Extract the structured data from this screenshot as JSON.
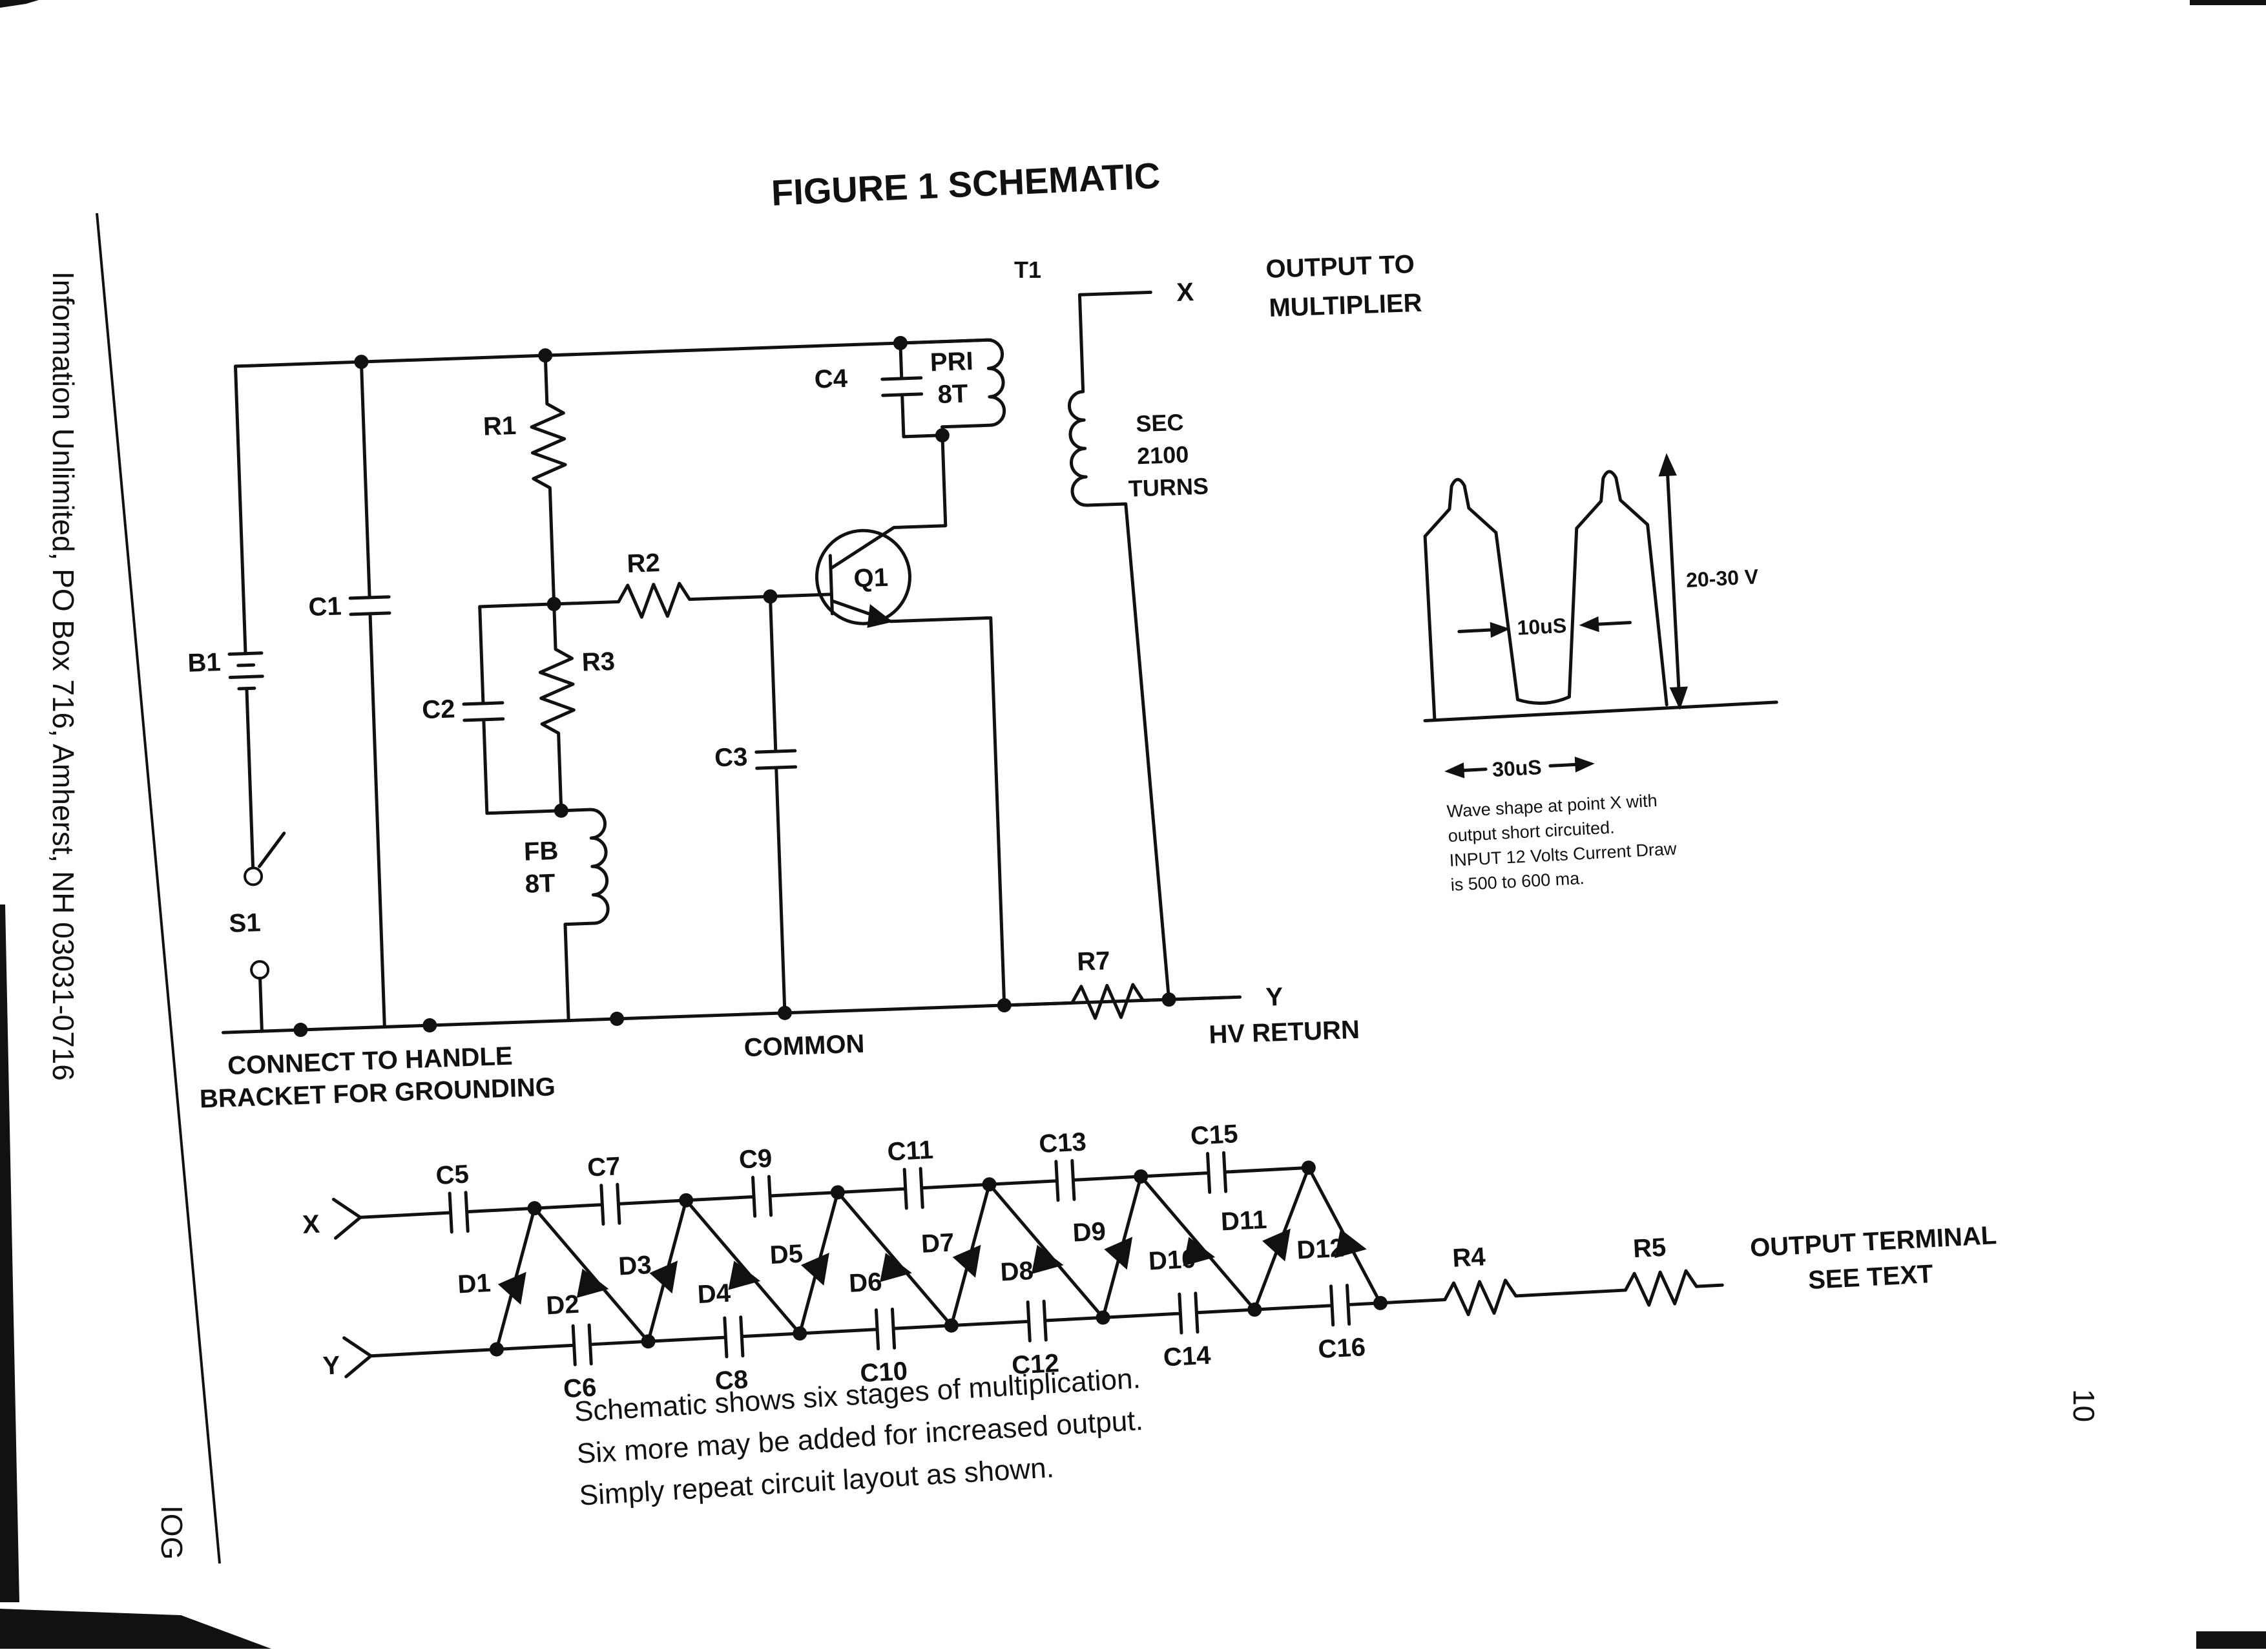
{
  "title": "FIGURE 1 SCHEMATIC",
  "side_text": "Information Unlimited, PO Box 716, Amherst, NH 03031-0716",
  "side_code": "IOG",
  "page_number": "10",
  "labels": {
    "t1": "T1",
    "output_to": "OUTPUT TO",
    "multiplier": "MULTIPLIER",
    "x": "X",
    "y": "Y",
    "c4": "C4",
    "pri": "PRI",
    "pri_turns": "8T",
    "sec": "SEC",
    "sec_turns": "2100",
    "turns": "TURNS",
    "r1": "R1",
    "r2": "R2",
    "r3": "R3",
    "r7": "R7",
    "q1": "Q1",
    "c1": "C1",
    "c2": "C2",
    "c3": "C3",
    "b1": "B1",
    "s1": "S1",
    "fb": "FB",
    "fb_turns": "8T",
    "common": "COMMON",
    "hv_return": "HV RETURN",
    "connect_1": "CONNECT TO HANDLE",
    "connect_2": "BRACKET FOR GROUNDING"
  },
  "waveform": {
    "width_label": "10uS",
    "period_label": "30uS",
    "amplitude_label": "20-30 V",
    "note_lines": [
      "Wave shape at point X with",
      "output short circuited.",
      "INPUT 12 Volts Current Draw",
      "is 500 to 600 ma."
    ]
  },
  "multiplier": {
    "x": "X",
    "y": "Y",
    "top_caps": [
      "C5",
      "C7",
      "C9",
      "C11",
      "C13",
      "C15"
    ],
    "bottom_caps": [
      "C6",
      "C8",
      "C10",
      "C12",
      "C14",
      "C16"
    ],
    "diodes": [
      "D1",
      "D2",
      "D3",
      "D4",
      "D5",
      "D6",
      "D7",
      "D8",
      "D9",
      "D10",
      "D11",
      "D12"
    ],
    "r4": "R4",
    "r5": "R5",
    "output_1": "OUTPUT TERMINAL",
    "output_2": "SEE TEXT"
  },
  "footnote": [
    "Schematic shows six stages of multiplication.",
    "Six more may be added for increased output.",
    "Simply repeat circuit layout as shown."
  ]
}
